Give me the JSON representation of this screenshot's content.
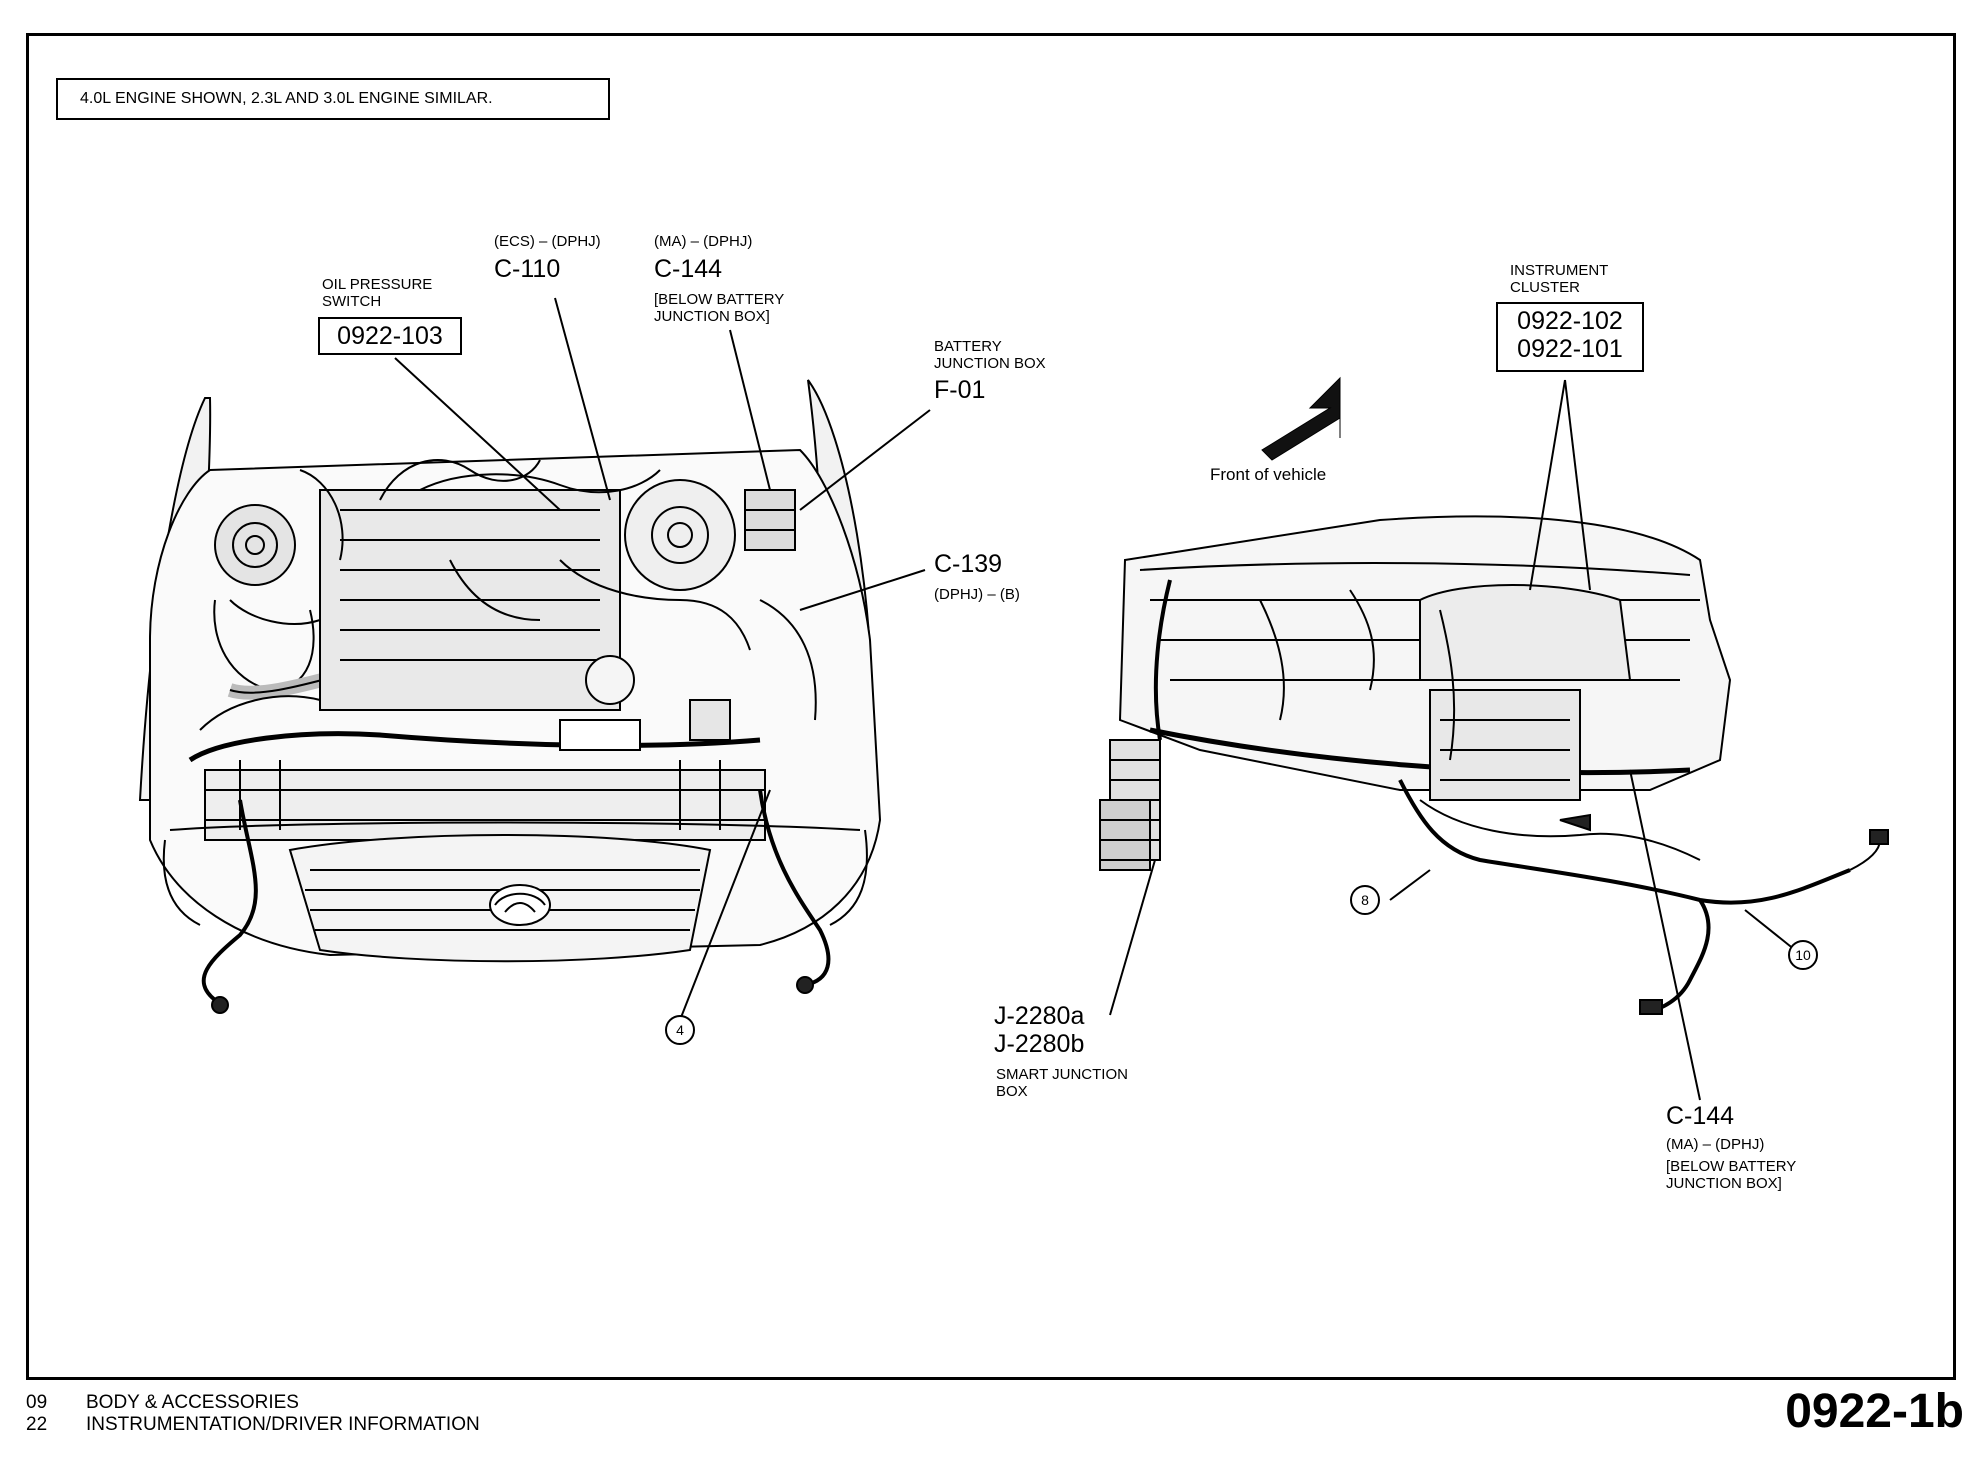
{
  "note": "4.0L ENGINE SHOWN, 2.3L AND 3.0L ENGINE SIMILAR.",
  "labels": {
    "oil_pressure": {
      "line1": "OIL PRESSURE",
      "line2": "SWITCH",
      "ref": "0922-103"
    },
    "c110": {
      "code": "(ECS) – (DPHJ)",
      "id": "C-110"
    },
    "c144_top": {
      "code": "(MA) – (DPHJ)",
      "id": "C-144",
      "note1": "[BELOW BATTERY",
      "note2": "JUNCTION BOX]"
    },
    "battery_jb": {
      "line1": "BATTERY",
      "line2": "JUNCTION BOX",
      "id": "F-01"
    },
    "c139": {
      "id": "C-139",
      "code": "(DPHJ) – (B)"
    },
    "instrument_cluster": {
      "line1": "INSTRUMENT",
      "line2": "CLUSTER",
      "ref1": "0922-102",
      "ref2": "0922-101"
    },
    "front_of_vehicle": "Front of vehicle",
    "sjb": {
      "id1": "J-2280a",
      "id2": "J-2280b",
      "line1": "SMART JUNCTION",
      "line2": "BOX"
    },
    "c144_bottom": {
      "id": "C-144",
      "code": "(MA) – (DPHJ)",
      "note1": "[BELOW BATTERY",
      "note2": "JUNCTION BOX]"
    }
  },
  "callouts": {
    "c4": "4",
    "c8": "8",
    "c10": "10"
  },
  "footer": {
    "sec_num": "09",
    "sec_name": "BODY & ACCESSORIES",
    "sub_num": "22",
    "sub_name": "INSTRUMENTATION/DRIVER INFORMATION",
    "page_id": "0922-1b"
  }
}
